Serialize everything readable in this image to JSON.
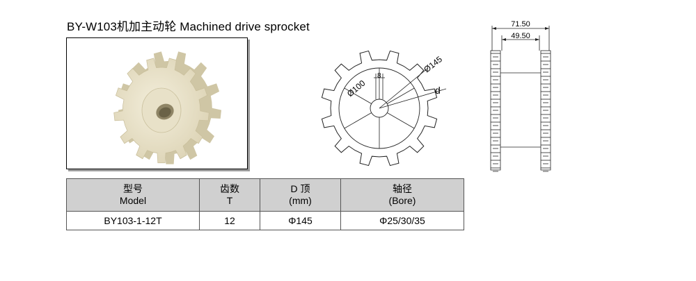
{
  "title": "BY-W103机加主动轮  Machined drive sprocket",
  "front_view": {
    "dia_outer": "Ø145",
    "dia_inner": "Ø100",
    "keyway": "8",
    "depth": "d"
  },
  "side_view": {
    "width_total": "71.50",
    "width_inner": "49.50"
  },
  "table": {
    "headers": [
      {
        "cn": "型号",
        "en": "Model"
      },
      {
        "cn": "齿数",
        "en": "T"
      },
      {
        "cn": "D 顶",
        "en": "(mm)"
      },
      {
        "cn": "轴径",
        "en": "(Bore)"
      }
    ],
    "rows": [
      {
        "model": "BY103-1-12T",
        "teeth": "12",
        "d": "Φ145",
        "bore": "Φ25/30/35"
      }
    ]
  },
  "colors": {
    "sprocket": "#ece6cf",
    "header_bg": "#d0d0d0"
  }
}
